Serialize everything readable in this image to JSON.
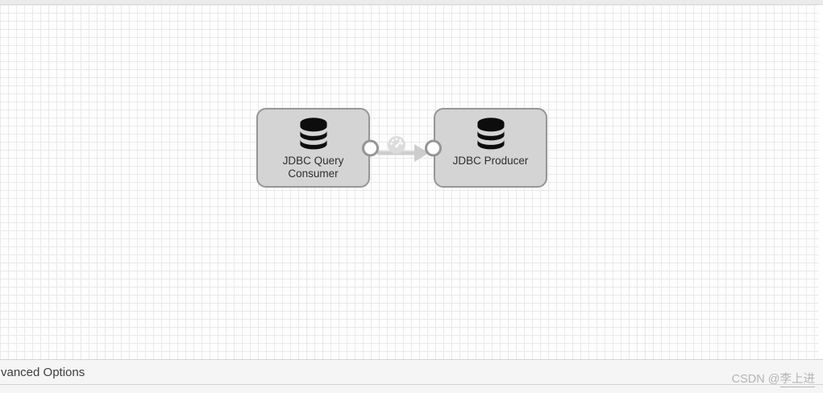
{
  "canvas": {
    "nodes": [
      {
        "id": "jdbc-query-consumer",
        "label": "JDBC Query Consumer",
        "icon": "database-icon"
      },
      {
        "id": "jdbc-producer",
        "label": "JDBC Producer",
        "icon": "database-icon"
      }
    ],
    "connection": {
      "from": "jdbc-query-consumer",
      "to": "jdbc-producer",
      "icon": "gauge-icon"
    }
  },
  "bottom_bar": {
    "advanced_options_label": "vanced Options"
  },
  "watermark": {
    "prefix": "CSDN @",
    "name": "李上进"
  },
  "colors": {
    "node_fill": "#d4d4d4",
    "node_border": "#959595",
    "node_icon": "#0d0d0d",
    "grid_line": "#e9e9e9",
    "canvas_bg": "#fdfdfd",
    "arrow": "#cdcdcd",
    "gauge_icon": "#dcdcdc",
    "bottom_bar_bg": "#f5f5f5",
    "bottom_bar_border": "#d2d2d2",
    "watermark_text": "#b4b4b4"
  }
}
